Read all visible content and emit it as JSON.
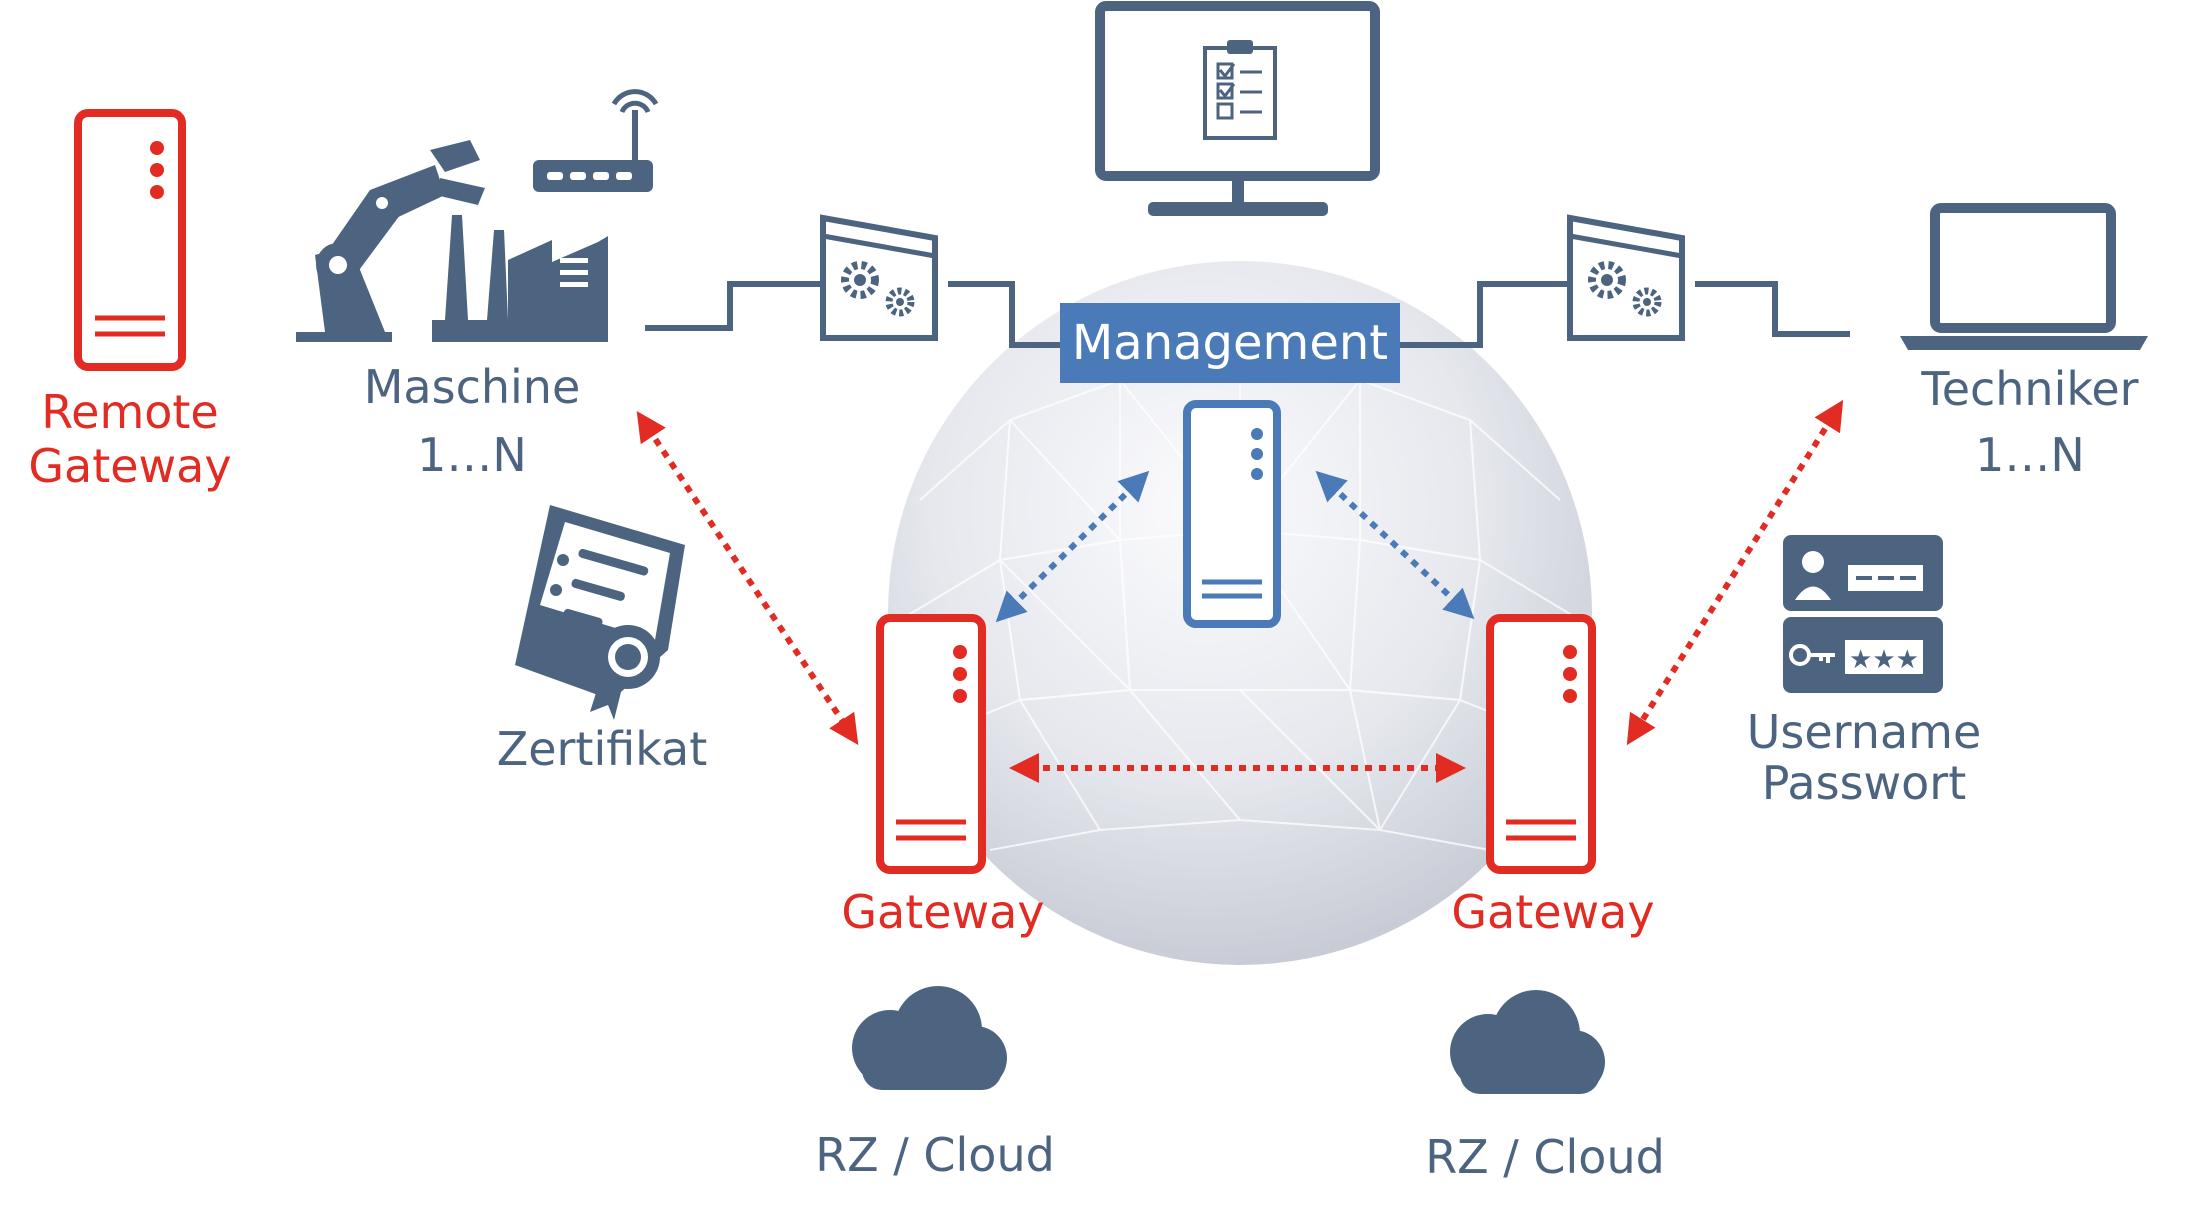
{
  "labels": {
    "remote_gateway_1": "Remote",
    "remote_gateway_2": "Gateway",
    "machine_1": "Maschine",
    "machine_2": "1…N",
    "technician_1": "Techniker",
    "technician_2": "1…N",
    "management": "Management",
    "certificate": "Zertifikat",
    "credentials_1": "Username",
    "credentials_2": "Passwort",
    "gateway_left": "Gateway",
    "gateway_right": "Gateway",
    "cloud_left": "RZ / Cloud",
    "cloud_right": "RZ / Cloud"
  },
  "colors": {
    "red": "#e22b22",
    "slate": "#4d6481",
    "management_blue": "#4a7ab8"
  },
  "icons": [
    "server-icon",
    "robot-arm-icon",
    "factory-icon",
    "router-icon",
    "config-window-icon",
    "monitor-checklist-icon",
    "laptop-icon",
    "certificate-icon",
    "username-card-icon",
    "password-card-icon",
    "cloud-icon",
    "globe-network"
  ]
}
